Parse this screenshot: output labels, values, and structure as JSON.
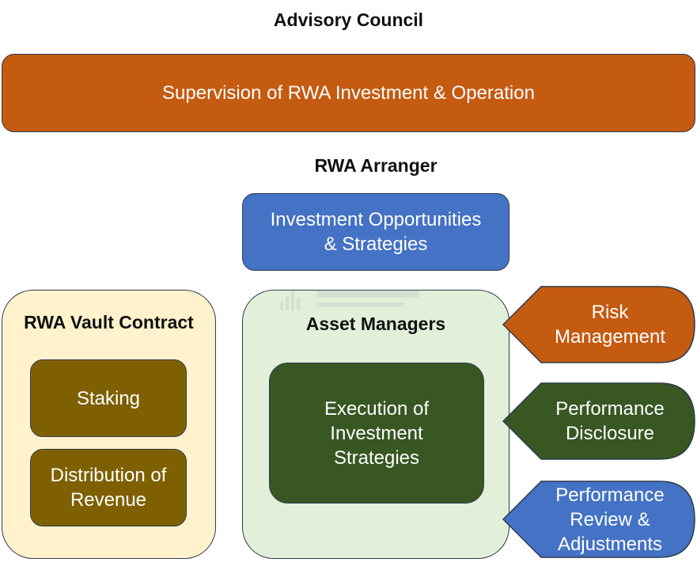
{
  "advisory_council": {
    "heading": "Advisory Council",
    "bar_label": "Supervision of RWA Investment & Operation"
  },
  "rwa_arranger": {
    "heading": "RWA Arranger",
    "box_label_line1": "Investment Opportunities",
    "box_label_line2": "& Strategies"
  },
  "vault_contract": {
    "heading": "RWA Vault Contract",
    "staking": "Staking",
    "distribution_line1": "Distribution of",
    "distribution_line2": "Revenue"
  },
  "asset_managers": {
    "heading": "Asset Managers",
    "execution_line1": "Execution of",
    "execution_line2": "Investment",
    "execution_line3": "Strategies"
  },
  "side_tags": {
    "risk_line1": "Risk",
    "risk_line2": "Management",
    "disclosure_line1": "Performance",
    "disclosure_line2": "Disclosure",
    "review_line1": "Performance",
    "review_line2": "Review &",
    "review_line3": "Adjustments"
  },
  "colors": {
    "orange": "#c55a11",
    "blue": "#4472c4",
    "dark_green": "#385723",
    "olive": "#7f6000",
    "cream": "#fff2cc",
    "mint": "#e2f0d9"
  }
}
